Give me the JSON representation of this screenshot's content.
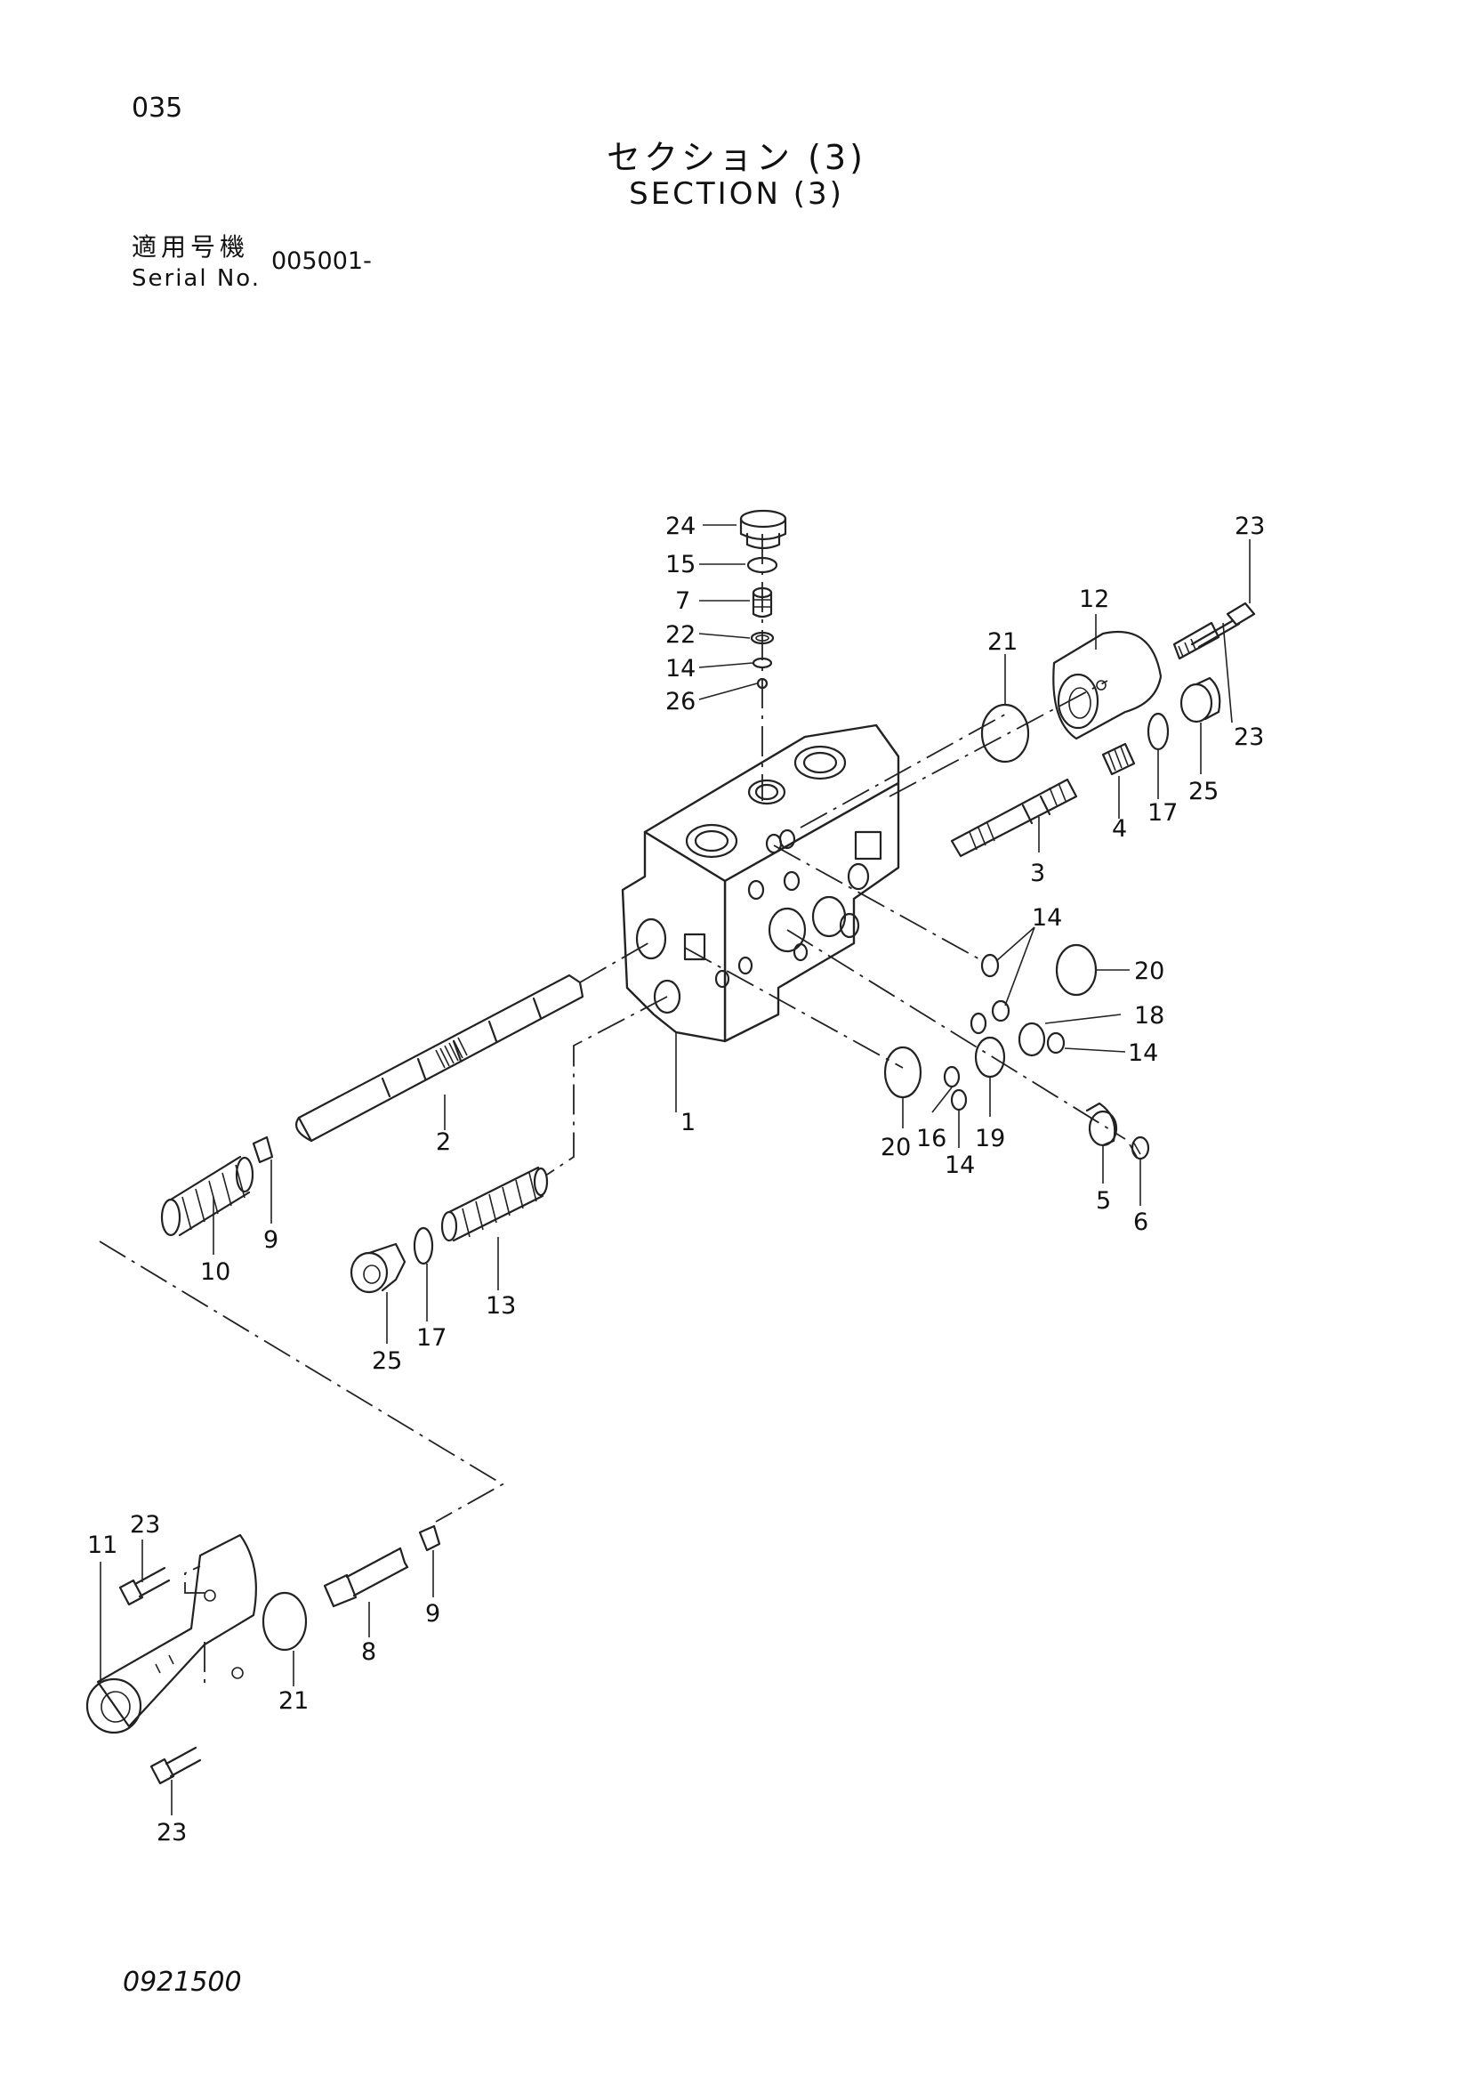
{
  "header": {
    "page_number": "035",
    "title_jp": "セクション (3)",
    "title_en": "SECTION (3)",
    "serial_label_jp": "適用号機",
    "serial_label_en": "Serial No.",
    "serial_value": "005001-"
  },
  "footer": {
    "doc_code": "0921500"
  },
  "diagram": {
    "callouts": [
      "1",
      "2",
      "3",
      "4",
      "5",
      "6",
      "7",
      "8",
      "9",
      "9",
      "10",
      "11",
      "12",
      "13",
      "14",
      "14",
      "14",
      "14",
      "15",
      "16",
      "17",
      "17",
      "18",
      "19",
      "20",
      "20",
      "21",
      "21",
      "22",
      "23",
      "23",
      "23",
      "23",
      "24",
      "25",
      "25",
      "26"
    ]
  }
}
